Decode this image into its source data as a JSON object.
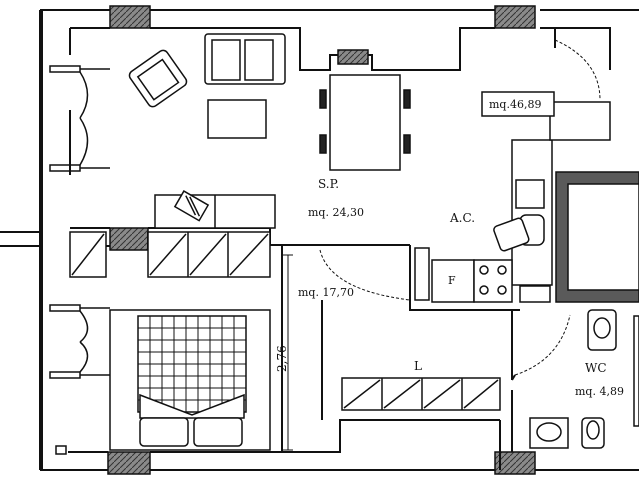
{
  "rooms": {
    "living": {
      "name": "S.P.",
      "area": "mq. 24,30"
    },
    "kitchen": {
      "name": "A.C."
    },
    "bedroom": {
      "area": "mq. 17,70"
    },
    "hall": {
      "name": "L"
    },
    "bath": {
      "name": "WC",
      "area": "mq. 4,89"
    }
  },
  "total_area": "mq.46,89",
  "dimension": "2,76",
  "fridge_label": "F",
  "colors": {
    "line": "#111111",
    "wall_fill": "#555555",
    "pillar_fill": "#4a4a4a"
  }
}
